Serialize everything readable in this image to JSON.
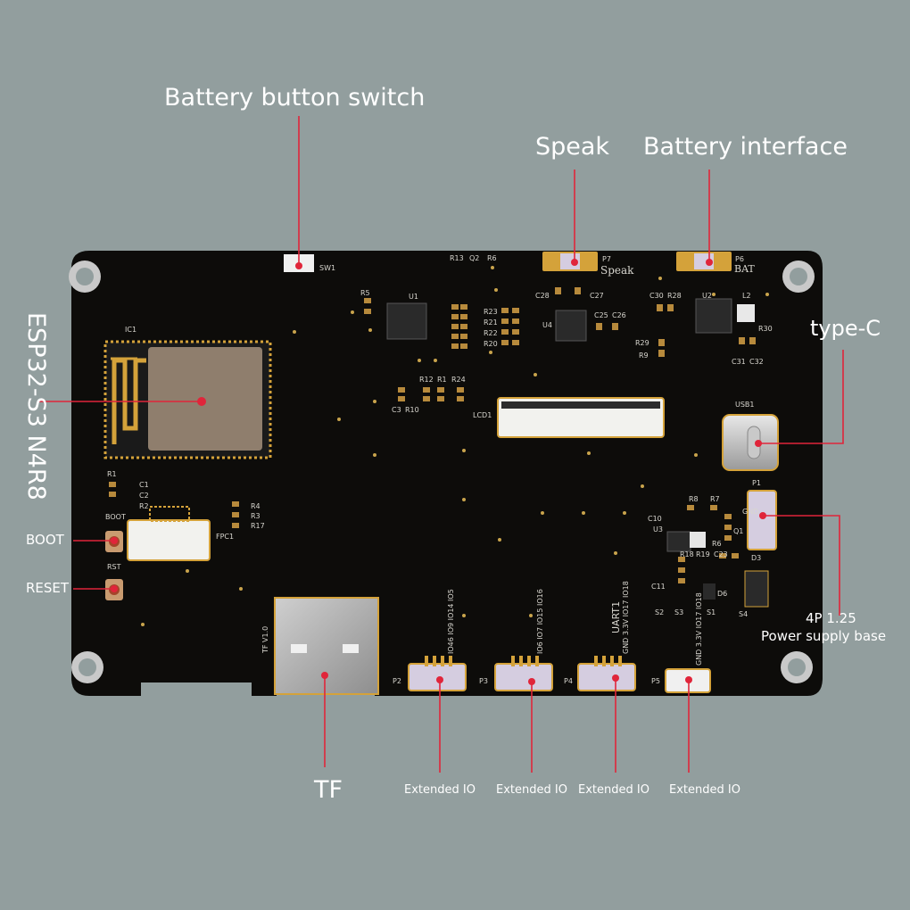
{
  "colors": {
    "background": "#929e9e",
    "board": "#0d0c0a",
    "silkscreen": "#d8d6cf",
    "pad_gold": "#d4a23a",
    "leader_line": "#e0253a",
    "label_text": "#ffffff"
  },
  "callouts": {
    "battery_button_switch": "Battery button switch",
    "speak": "Speak",
    "battery_interface": "Battery interface",
    "type_c": "type-C",
    "module": "ESP32-S3 N4R8",
    "boot": "BOOT",
    "reset": "RESET",
    "power_base_line1": "4P 1.25",
    "power_base_line2": "Power supply base",
    "tf": "TF",
    "extended_io_1": "Extended IO",
    "extended_io_2": "Extended IO",
    "extended_io_3": "Extended IO",
    "extended_io_4": "Extended IO"
  },
  "silkscreen": {
    "sw1": "SW1",
    "p7": "P7",
    "speak": "Speak",
    "p6": "P6",
    "bat": "BAT",
    "ic1": "IC1",
    "u1": "U1",
    "u2": "U2",
    "u4": "U4",
    "u3": "U3",
    "l2": "L2",
    "usb1": "USB1",
    "p1": "P1",
    "lcd1": "LCD1",
    "fpc1": "FPC1",
    "boot": "BOOT",
    "rst": "RST",
    "tf_v": "TF V1.0",
    "uart1": "UART1",
    "p2": "P2",
    "p3": "P3",
    "p4": "P4",
    "p5": "P5",
    "p2_pins": "IO46 IO9 IO14 IO5",
    "p3_pins": "IO6 IO7 IO15 IO16",
    "p4_pins": "GND 3.3V IO17 IO18",
    "p5_pins": "GND 3.3V IO17 IO18",
    "r13": "R13",
    "q2": "Q2",
    "r6": "R6",
    "r5": "R5",
    "c28": "C28",
    "c27": "C27",
    "c30": "C30",
    "r28": "R28",
    "c25": "C25",
    "c26": "C26",
    "r29": "R29",
    "r9": "R9",
    "r30": "R30",
    "c31": "C31",
    "c32": "C32",
    "r12": "R12",
    "r1x": "R1",
    "r24": "R24",
    "c3": "C3",
    "r10": "R10",
    "r23": "R23",
    "r21": "R21",
    "r22": "R22",
    "r20": "R20",
    "r1": "R1",
    "c1": "C1",
    "c2": "C2",
    "r2": "R2",
    "r4": "R4",
    "r3": "R3",
    "r17": "R17",
    "r8": "R8",
    "r7": "R7",
    "c10": "C10",
    "q1": "Q1",
    "r18": "R18",
    "r19": "R19",
    "c23": "C23",
    "r6b": "R6",
    "d3": "D3",
    "d6": "D6",
    "c11": "C11",
    "s2": "S2",
    "s3": "S3",
    "s1": "S1",
    "s4": "S4",
    "gnd": "GND"
  }
}
